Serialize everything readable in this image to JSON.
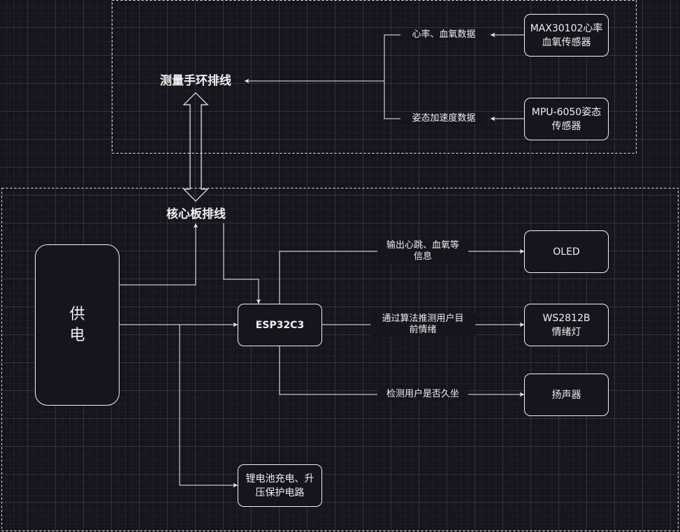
{
  "nodes": {
    "power": "供\n电",
    "esp32": "ESP32C3",
    "max30102": "MAX30102心率\n血氧传感器",
    "mpu6050": "MPU-6050姿态\n传感器",
    "oled": "OLED",
    "ws2812b": "WS2812B\n情绪灯",
    "speaker": "扬声器",
    "battery": "锂电池充电、升\n压保护电路",
    "band_cable": "测量手环排线",
    "core_cable": "核心板排线"
  },
  "edge_labels": {
    "heart_rate_spo2_data": "心率、血氧数据",
    "attitude_accel_data": "姿态加速度数据",
    "output_info": "输出心跳、血氧等\n信息",
    "infer_emotion": "通过算法推测用户目\n前情绪",
    "detect_sitting": "检测用户是否久坐"
  },
  "colors": {
    "background": "#18141d",
    "stroke": "#f0f0f0"
  }
}
